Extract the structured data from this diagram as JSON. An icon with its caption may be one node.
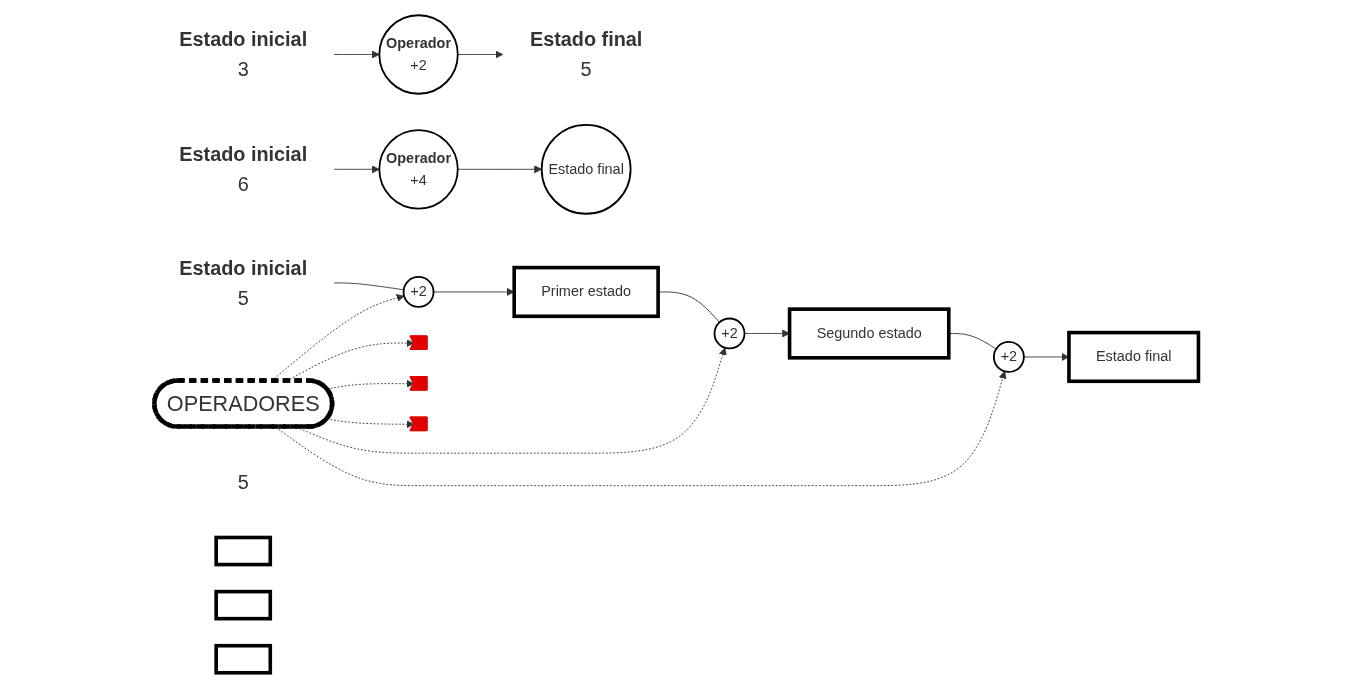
{
  "diagram": {
    "nodes": [
      {
        "text": [
          "Estado inicial",
          "3"
        ]
      },
      {
        "text": [
          "Operador",
          "+2"
        ]
      },
      {
        "text": [
          "Estado final",
          "5"
        ]
      },
      {
        "text": [
          "Estado inicial",
          "6"
        ]
      },
      {
        "text": [
          "Operador",
          "+4"
        ]
      },
      {
        "text": [
          "Estado final"
        ]
      },
      {
        "text": [
          "Estado inicial",
          "5"
        ]
      },
      {
        "text": [
          "+2"
        ]
      },
      {
        "text": [
          "Primer estado"
        ]
      },
      {
        "text": [
          "+2"
        ]
      },
      {
        "text": [
          "Segundo estado"
        ]
      },
      {
        "text": [
          "+2"
        ]
      },
      {
        "text": [
          "Estado final"
        ]
      },
      {
        "text": [
          "OPERADORES"
        ]
      },
      {
        "text": [
          "5"
        ]
      },
      {
        "text": [],
        "shape": "arrow"
      },
      {
        "text": [],
        "shape": "box"
      },
      {
        "text": [],
        "shape": "arrow"
      },
      {
        "text": [],
        "shape": "box"
      },
      {
        "text": [],
        "shape": "arrow"
      },
      {
        "text": [],
        "shape": "box"
      }
    ],
    "edges": [
      {
        "from": 0,
        "to": 1,
        "arrow": "to"
      },
      {
        "from": 1,
        "to": 2,
        "arrow": "to"
      },
      {
        "from": 3,
        "to": 4,
        "arrow": "to"
      },
      {
        "from": 4,
        "to": 5,
        "arrow": "to"
      },
      {
        "from": 6,
        "to": 7,
        "arrow": "none"
      },
      {
        "from": 7,
        "to": 8,
        "arrow": "to"
      },
      {
        "from": 8,
        "to": 9,
        "arrow": "none"
      },
      {
        "from": 9,
        "to": 10,
        "arrow": "to"
      },
      {
        "from": 10,
        "to": 11,
        "arrow": "none"
      },
      {
        "from": 11,
        "to": 12,
        "arrow": "to"
      },
      {
        "from": 13,
        "to": 7,
        "arrow": "to",
        "style": "dashed"
      },
      {
        "from": 13,
        "to": 9,
        "arrow": "to",
        "style": "dashed"
      },
      {
        "from": 13,
        "to": 11,
        "arrow": "to",
        "style": "dashed"
      },
      {
        "from": 13,
        "to": 15,
        "arrow": "to",
        "style": "dashed"
      },
      {
        "from": 13,
        "to": 17,
        "arrow": "to",
        "style": "dashed"
      },
      {
        "from": 13,
        "to": 19,
        "arrow": "to",
        "style": "dashed"
      }
    ]
  }
}
